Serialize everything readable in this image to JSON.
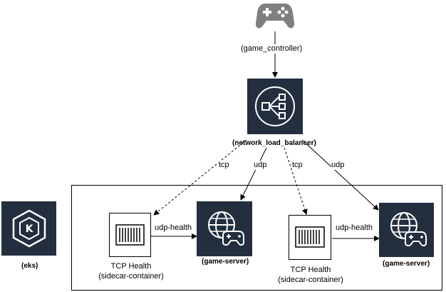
{
  "nodes": {
    "controller": {
      "label": "(game_controller)",
      "icon": "gamepad-icon",
      "color": "#7f7f7f"
    },
    "nlb": {
      "label": "(network_load_balancer)",
      "icon": "load-balancer-icon"
    },
    "eks": {
      "label": "(eks)",
      "icon": "kubernetes-icon"
    },
    "gs1": {
      "label": "(game-server)",
      "icon": "globe-gamepad-icon"
    },
    "gs2": {
      "label": "(game-server)",
      "icon": "globe-gamepad-icon"
    },
    "sidecar1": {
      "line1": "TCP Health",
      "line2": "(sidecar-container)",
      "icon": "container-icon"
    },
    "sidecar2": {
      "line1": "TCP Health",
      "line2": "(sidecar-container)",
      "icon": "container-icon"
    }
  },
  "edges": {
    "tcp1": "tcp",
    "udp1": "udp",
    "tcp2": "tcp",
    "udp2": "udp",
    "health1": "udp-health",
    "health2": "udp-health"
  },
  "colors": {
    "icon_bg": "#232f3e",
    "icon_fg": "#ffffff"
  }
}
